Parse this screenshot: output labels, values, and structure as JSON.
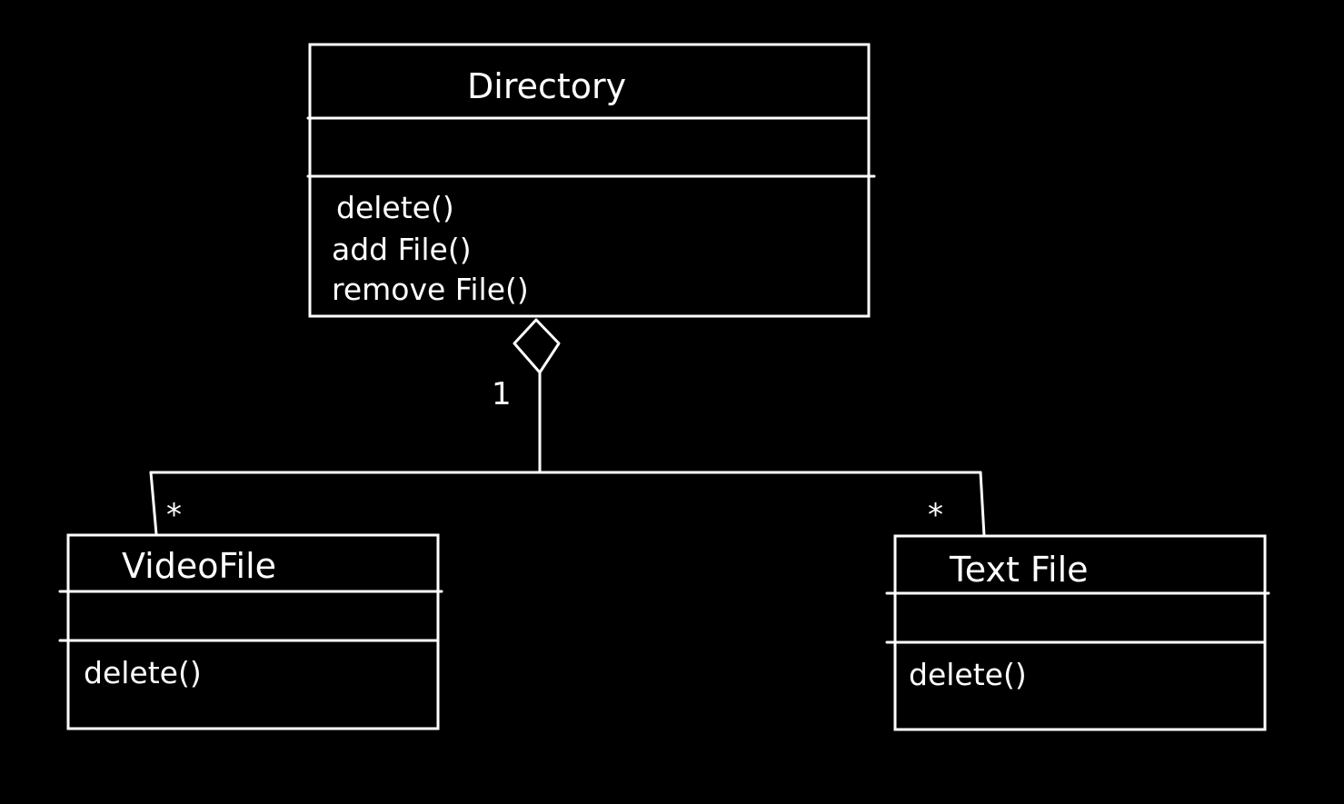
{
  "colors": {
    "background": "#000000",
    "stroke": "#ffffff"
  },
  "classes": {
    "directory": {
      "name": "Directory",
      "methods": [
        "delete()",
        "add File()",
        "remove File()"
      ]
    },
    "video_file": {
      "name": "VideoFile",
      "methods": [
        "delete()"
      ]
    },
    "text_file": {
      "name": "Text File",
      "methods": [
        "delete()"
      ]
    }
  },
  "relationship": {
    "type": "aggregation",
    "whole_multiplicity": "1",
    "video_part_multiplicity": "*",
    "text_part_multiplicity": "*"
  }
}
